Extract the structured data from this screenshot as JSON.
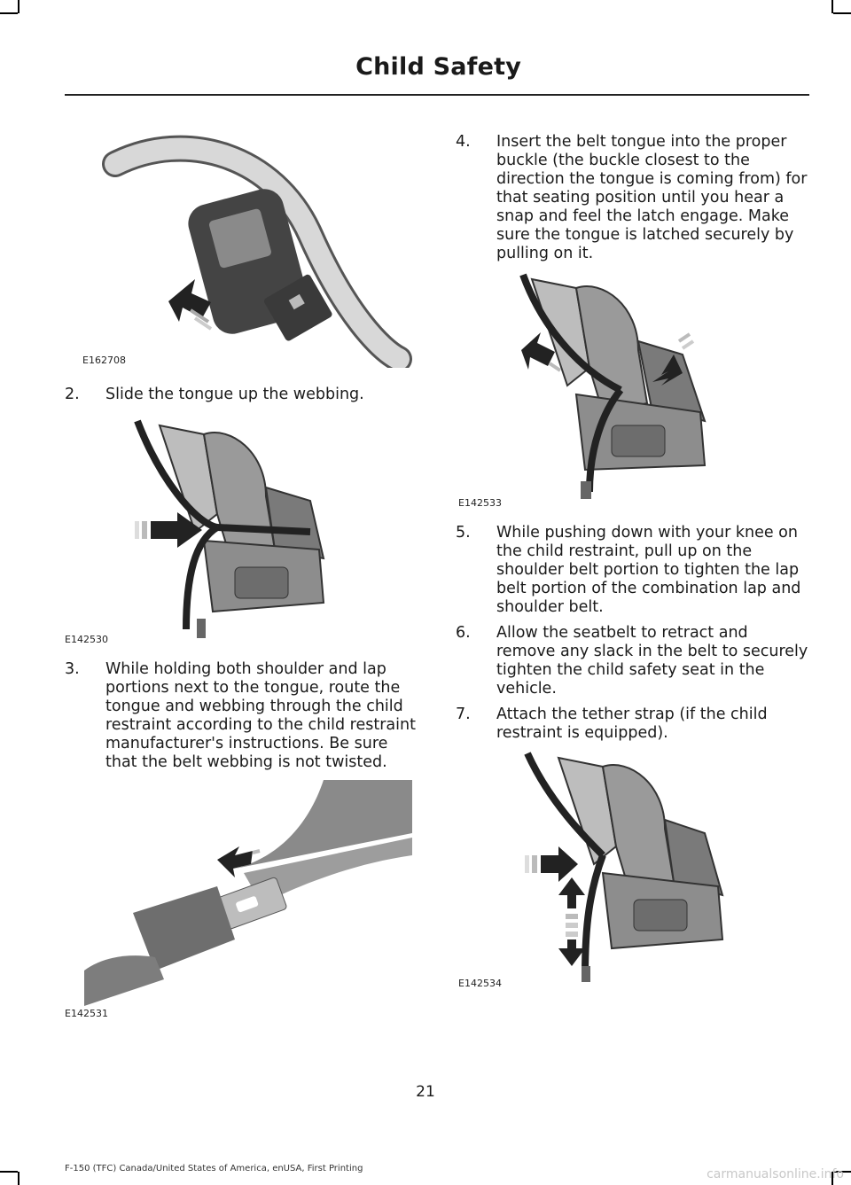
{
  "header": {
    "title": "Child Safety"
  },
  "figures": {
    "fig1": {
      "code": "E162708"
    },
    "fig2": {
      "code": "E142530"
    },
    "fig3": {
      "code": "E142531"
    },
    "fig4": {
      "code": "E142533"
    },
    "fig5": {
      "code": "E142534"
    }
  },
  "steps": [
    {
      "num": "2.",
      "text": "Slide the tongue up the webbing."
    },
    {
      "num": "3.",
      "text": "While holding both shoulder and lap portions next to the tongue, route the tongue and webbing through the child restraint according to the child restraint manufacturer's instructions. Be sure that the belt webbing is not twisted."
    },
    {
      "num": "4.",
      "text": "Insert the belt tongue into the proper buckle (the buckle closest to the direction the tongue is coming from) for that seating position until you hear a snap and feel the latch engage. Make sure the tongue is latched securely by pulling on it."
    },
    {
      "num": "5.",
      "text": "While pushing down with your knee on the child restraint, pull up on the shoulder belt portion to tighten the lap belt portion of the combination lap and shoulder belt."
    },
    {
      "num": "6.",
      "text": "Allow the seatbelt to retract and remove any slack in the belt to securely tighten the child safety seat in the vehicle."
    },
    {
      "num": "7.",
      "text": "Attach the tether strap (if the child restraint is equipped)."
    }
  ],
  "page_number": "21",
  "footer": "F-150 (TFC) Canada/United States of America, enUSA, First Printing",
  "watermark": "carmanualsonline.info"
}
